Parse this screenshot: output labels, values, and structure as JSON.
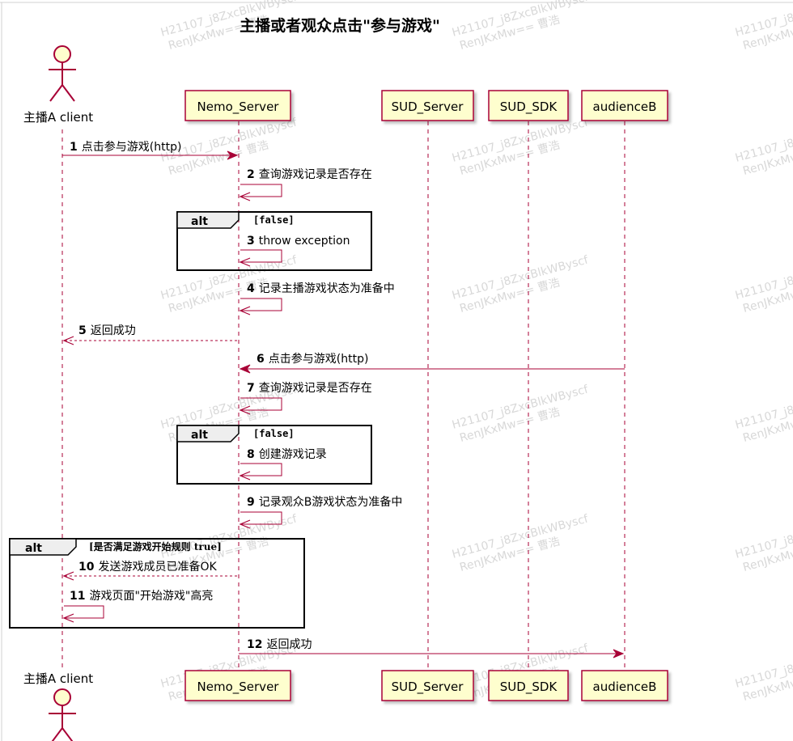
{
  "title": "主播或者观众点击\"参与游戏\"",
  "participants": [
    {
      "id": "a",
      "label": "主播A client",
      "type": "actor"
    },
    {
      "id": "ns",
      "label": "Nemo_Server",
      "type": "box"
    },
    {
      "id": "ss",
      "label": "SUD_Server",
      "type": "box"
    },
    {
      "id": "sdk",
      "label": "SUD_SDK",
      "type": "box"
    },
    {
      "id": "b",
      "label": "audienceB",
      "type": "box"
    }
  ],
  "messages": [
    {
      "num": "1",
      "text": "点击参与游戏(http)",
      "from": "a",
      "to": "ns",
      "style": "solid"
    },
    {
      "num": "2",
      "text": "查询游戏记录是否存在",
      "from": "ns",
      "to": "ns",
      "style": "solid"
    },
    {
      "num": "3",
      "text": "throw exception",
      "from": "ns",
      "to": "ns",
      "style": "solid"
    },
    {
      "num": "4",
      "text": "记录主播游戏状态为准备中",
      "from": "ns",
      "to": "ns",
      "style": "solid"
    },
    {
      "num": "5",
      "text": "返回成功",
      "from": "ns",
      "to": "a",
      "style": "dashed"
    },
    {
      "num": "6",
      "text": "点击参与游戏(http)",
      "from": "b",
      "to": "ns",
      "style": "solid"
    },
    {
      "num": "7",
      "text": "查询游戏记录是否存在",
      "from": "ns",
      "to": "ns",
      "style": "solid"
    },
    {
      "num": "8",
      "text": "创建游戏记录",
      "from": "ns",
      "to": "ns",
      "style": "solid"
    },
    {
      "num": "9",
      "text": "记录观众B游戏状态为准备中",
      "from": "ns",
      "to": "ns",
      "style": "solid"
    },
    {
      "num": "10",
      "text": "发送游戏成员已准备OK",
      "from": "ns",
      "to": "a",
      "style": "dashed"
    },
    {
      "num": "11",
      "text": "游戏页面\"开始游戏\"高亮",
      "from": "a",
      "to": "a",
      "style": "solid"
    },
    {
      "num": "12",
      "text": "返回成功",
      "from": "ns",
      "to": "b",
      "style": "solid"
    }
  ],
  "fragments": [
    {
      "keyword": "alt",
      "guard": "[false]"
    },
    {
      "keyword": "alt",
      "guard": "[false]"
    },
    {
      "keyword": "alt",
      "guard": "[是否满足游戏开始规则 true]"
    }
  ],
  "watermark": {
    "line1": "H21107_j8ZxcBlkWByscf",
    "line2": "RenJKxMw== 曹浩"
  },
  "colors": {
    "arrow": "#a80036",
    "box_fill": "#fefece",
    "box_border": "#a80036",
    "fragment_border": "#000000",
    "fragment_tab": "#eeeeee"
  }
}
